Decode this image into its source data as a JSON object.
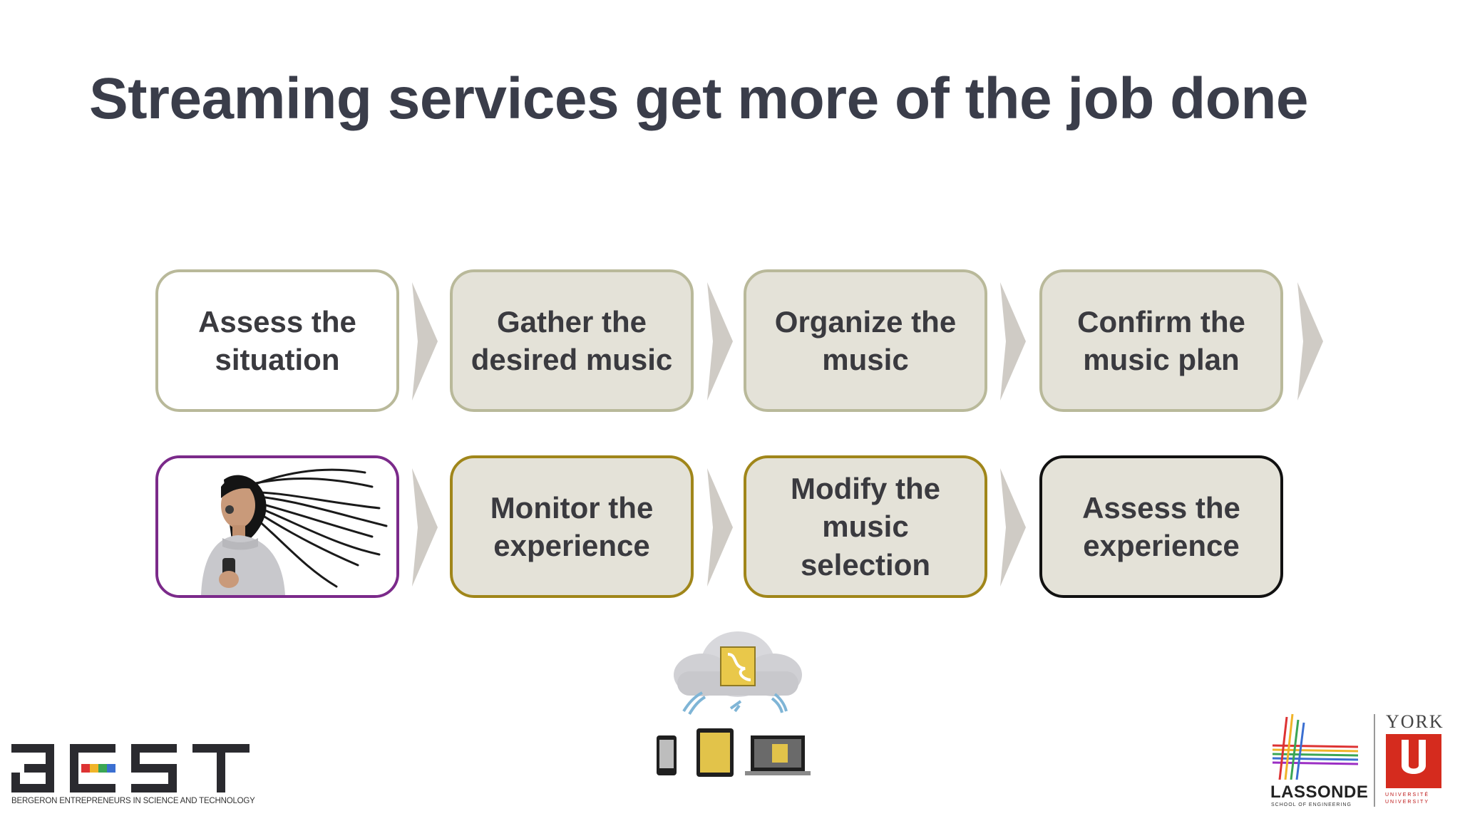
{
  "slide": {
    "title": "Streaming services get more of the job done"
  },
  "steps_row1": [
    {
      "label": "Assess the situation"
    },
    {
      "label": "Gather the desired music"
    },
    {
      "label": "Organize the music"
    },
    {
      "label": "Confirm the music plan"
    }
  ],
  "steps_row2": [
    {
      "label": "Monitor the experience"
    },
    {
      "label": "Modify the music selection"
    },
    {
      "label": "Assess the experience"
    }
  ],
  "logos": {
    "best_word": "BEST",
    "best_subtitle": "BERGERON ENTREPRENEURS IN SCIENCE AND TECHNOLOGY",
    "lassonde_word": "LASSONDE",
    "lassonde_subtitle": "SCHOOL OF ENGINEERING",
    "york_word": "YORK",
    "york_subtitle_1": "UNIVERSITÉ",
    "york_subtitle_2": "UNIVERSITY"
  },
  "colors": {
    "title": "#3a3d4a",
    "box_fill": "#e4e2d8",
    "box_border_olive": "#b9b99a",
    "box_border_gold": "#a0861a",
    "box_border_purple": "#7b2a8a",
    "arrow": "#cfcbc5"
  },
  "icons": [
    "chevron-right-icon",
    "cloud-icon",
    "wifi-icon",
    "phone-icon",
    "tablet-icon",
    "laptop-icon"
  ]
}
